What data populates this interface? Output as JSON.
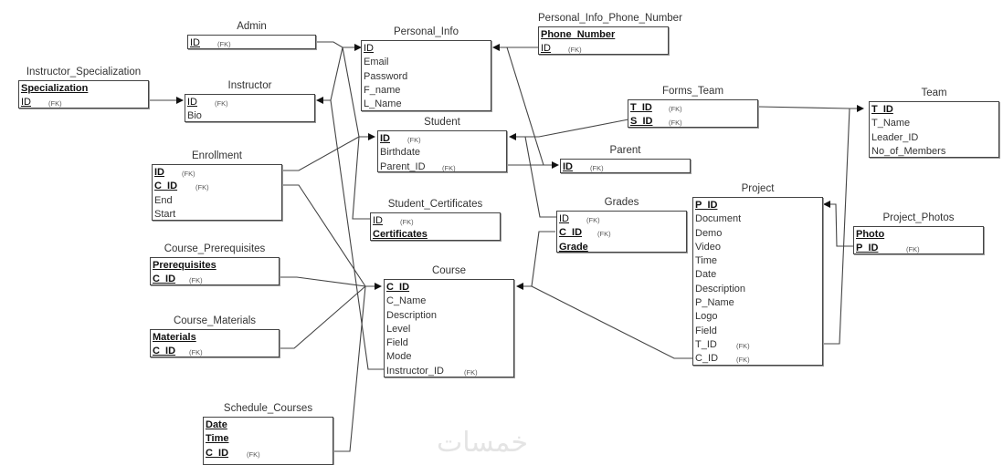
{
  "diagram": {
    "type": "ER relational schema",
    "entities": {
      "admin": {
        "title": "Admin",
        "attrs": [
          {
            "name": "ID",
            "key": "pk-plain",
            "fk": "(FK)"
          }
        ]
      },
      "instructor_specialization": {
        "title": "Instructor_Specialization",
        "attrs": [
          {
            "name": "Specialization",
            "key": "pk",
            "fk": ""
          },
          {
            "name": "ID",
            "key": "pk-plain",
            "fk": "(FK)"
          }
        ]
      },
      "instructor": {
        "title": "Instructor",
        "attrs": [
          {
            "name": "ID",
            "key": "pk-plain",
            "fk": "(FK)"
          },
          {
            "name": "Bio",
            "key": "",
            "fk": ""
          }
        ]
      },
      "personal_info": {
        "title": "Personal_Info",
        "attrs": [
          {
            "name": "ID",
            "key": "pk-plain",
            "fk": ""
          },
          {
            "name": "Email",
            "key": "",
            "fk": ""
          },
          {
            "name": "Password",
            "key": "",
            "fk": ""
          },
          {
            "name": "F_name",
            "key": "",
            "fk": ""
          },
          {
            "name": "L_Name",
            "key": "",
            "fk": ""
          }
        ]
      },
      "personal_info_phone_number": {
        "title": "Personal_Info_Phone_Number",
        "attrs": [
          {
            "name": "Phone_Number",
            "key": "pk",
            "fk": ""
          },
          {
            "name": "ID",
            "key": "pk-plain",
            "fk": "(FK)"
          }
        ]
      },
      "forms_team": {
        "title": "Forms_Team",
        "attrs": [
          {
            "name": "T_ID",
            "key": "pk",
            "fk": "(FK)"
          },
          {
            "name": "S_ID",
            "key": "pk",
            "fk": "(FK)"
          }
        ]
      },
      "team": {
        "title": "Team",
        "attrs": [
          {
            "name": "T_ID",
            "key": "pk",
            "fk": ""
          },
          {
            "name": "T_Name",
            "key": "",
            "fk": ""
          },
          {
            "name": "Leader_ID",
            "key": "",
            "fk": ""
          },
          {
            "name": "No_of_Members",
            "key": "",
            "fk": ""
          }
        ]
      },
      "student": {
        "title": "Student",
        "attrs": [
          {
            "name": "ID",
            "key": "pk",
            "fk": "(FK)"
          },
          {
            "name": "Birthdate",
            "key": "",
            "fk": ""
          },
          {
            "name": "Parent_ID",
            "key": "",
            "fk": "(FK)"
          }
        ]
      },
      "parent": {
        "title": "Parent",
        "attrs": [
          {
            "name": "ID",
            "key": "pk",
            "fk": "(FK)"
          }
        ]
      },
      "enrollment": {
        "title": "Enrollment",
        "attrs": [
          {
            "name": "ID",
            "key": "pk",
            "fk": "(FK)"
          },
          {
            "name": "C_ID",
            "key": "pk",
            "fk": "(FK)"
          },
          {
            "name": "End",
            "key": "",
            "fk": ""
          },
          {
            "name": "Start",
            "key": "",
            "fk": ""
          }
        ]
      },
      "student_certificates": {
        "title": "Student_Certificates",
        "attrs": [
          {
            "name": "ID",
            "key": "pk-plain",
            "fk": "(FK)"
          },
          {
            "name": "Certificates",
            "key": "pk",
            "fk": ""
          }
        ]
      },
      "grades": {
        "title": "Grades",
        "attrs": [
          {
            "name": "ID",
            "key": "pk-plain",
            "fk": "(FK)"
          },
          {
            "name": "C_ID",
            "key": "pk",
            "fk": "(FK)"
          },
          {
            "name": "Grade",
            "key": "pk",
            "fk": ""
          }
        ]
      },
      "project": {
        "title": "Project",
        "attrs": [
          {
            "name": "P_ID",
            "key": "pk",
            "fk": ""
          },
          {
            "name": "Document",
            "key": "",
            "fk": ""
          },
          {
            "name": "Demo",
            "key": "",
            "fk": ""
          },
          {
            "name": "Video",
            "key": "",
            "fk": ""
          },
          {
            "name": "Time",
            "key": "",
            "fk": ""
          },
          {
            "name": "Date",
            "key": "",
            "fk": ""
          },
          {
            "name": "Description",
            "key": "",
            "fk": ""
          },
          {
            "name": "P_Name",
            "key": "",
            "fk": ""
          },
          {
            "name": "Logo",
            "key": "",
            "fk": ""
          },
          {
            "name": "Field",
            "key": "",
            "fk": ""
          },
          {
            "name": "T_ID",
            "key": "",
            "fk": "(FK)"
          },
          {
            "name": "C_ID",
            "key": "",
            "fk": "(FK)"
          }
        ]
      },
      "project_photos": {
        "title": "Project_Photos",
        "attrs": [
          {
            "name": "Photo",
            "key": "pk",
            "fk": ""
          },
          {
            "name": "P_ID",
            "key": "pk",
            "fk": "(FK)"
          }
        ]
      },
      "course_prerequisites": {
        "title": "Course_Prerequisites",
        "attrs": [
          {
            "name": "Prerequisites",
            "key": "pk",
            "fk": ""
          },
          {
            "name": "C_ID",
            "key": "pk",
            "fk": "(FK)"
          }
        ]
      },
      "course": {
        "title": "Course",
        "attrs": [
          {
            "name": "C_ID",
            "key": "pk",
            "fk": ""
          },
          {
            "name": "C_Name",
            "key": "",
            "fk": ""
          },
          {
            "name": "Description",
            "key": "",
            "fk": ""
          },
          {
            "name": "Level",
            "key": "",
            "fk": ""
          },
          {
            "name": "Field",
            "key": "",
            "fk": ""
          },
          {
            "name": "Mode",
            "key": "",
            "fk": ""
          },
          {
            "name": "Instructor_ID",
            "key": "",
            "fk": "(FK)"
          }
        ]
      },
      "course_materials": {
        "title": "Course_Materials",
        "attrs": [
          {
            "name": "Materials",
            "key": "pk",
            "fk": ""
          },
          {
            "name": "C_ID",
            "key": "pk",
            "fk": "(FK)"
          }
        ]
      },
      "schedule_courses": {
        "title": "Schedule_Courses",
        "attrs": [
          {
            "name": "Date",
            "key": "pk",
            "fk": ""
          },
          {
            "name": "Time",
            "key": "pk",
            "fk": ""
          },
          {
            "name": "C_ID",
            "key": "pk",
            "fk": "(FK)"
          }
        ]
      }
    },
    "relationships": [
      {
        "from": "admin.ID",
        "to": "personal_info.ID"
      },
      {
        "from": "instructor.ID",
        "to": "personal_info.ID"
      },
      {
        "from": "student.ID",
        "to": "personal_info.ID"
      },
      {
        "from": "parent.ID",
        "to": "personal_info.ID"
      },
      {
        "from": "instructor_specialization.ID",
        "to": "instructor.ID"
      },
      {
        "from": "course.Instructor_ID",
        "to": "instructor.ID"
      },
      {
        "from": "personal_info_phone_number.ID",
        "to": "personal_info.ID"
      },
      {
        "from": "student.Parent_ID",
        "to": "parent.ID"
      },
      {
        "from": "forms_team.S_ID",
        "to": "student.ID"
      },
      {
        "from": "forms_team.T_ID",
        "to": "team.T_ID"
      },
      {
        "from": "enrollment.ID",
        "to": "student.ID"
      },
      {
        "from": "student_certificates.ID",
        "to": "student.ID"
      },
      {
        "from": "grades.ID",
        "to": "student.ID"
      },
      {
        "from": "enrollment.C_ID",
        "to": "course.C_ID"
      },
      {
        "from": "course_prerequisites.C_ID",
        "to": "course.C_ID"
      },
      {
        "from": "course_materials.C_ID",
        "to": "course.C_ID"
      },
      {
        "from": "schedule_courses.C_ID",
        "to": "course.C_ID"
      },
      {
        "from": "grades.C_ID",
        "to": "course.C_ID"
      },
      {
        "from": "project.C_ID",
        "to": "course.C_ID"
      },
      {
        "from": "project.T_ID",
        "to": "team.T_ID"
      },
      {
        "from": "project_photos.P_ID",
        "to": "project.P_ID"
      }
    ]
  },
  "watermark": "خمسات"
}
